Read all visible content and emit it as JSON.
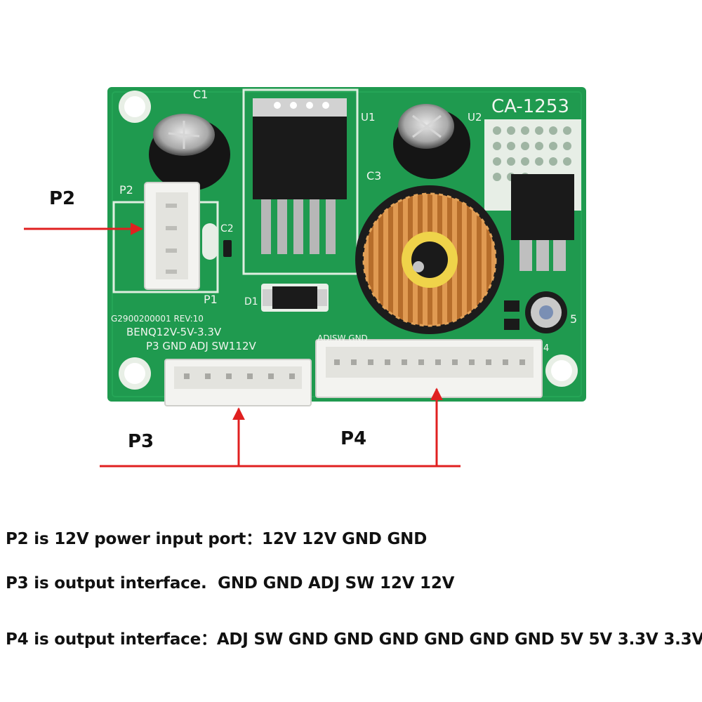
{
  "board": {
    "model": "CA-1253",
    "revision": "G2900200001 REV:10",
    "variant": "BENQ12V-5V-3.3V",
    "p3_pin_labels": "P3 GND ADJ SW112V",
    "p4_pin_labels": "ADJSW GND",
    "refdes": {
      "c1": "C1",
      "u1": "U1",
      "u2": "U2",
      "c3": "C3",
      "p2": "P2",
      "c2": "C2",
      "p1": "P1",
      "d1": "D1",
      "c5": "5",
      "pin4": "4"
    }
  },
  "callouts": {
    "p2": "P2",
    "p3": "P3",
    "p4": "P4"
  },
  "descriptions": [
    "P2 is 12V power input port：12V 12V GND GND",
    "P3 is output interface.  GND GND ADJ SW 12V 12V",
    "P4 is output interface：ADJ SW GND GND GND GND GND GND 5V 5V 3.3V 3.3V"
  ],
  "colors": {
    "pcb": "#1f9a4f",
    "silkscreen": "#f1f5ef",
    "arrow": "#e02020",
    "copper": "#c9803a",
    "connector": "#f3f3f0"
  }
}
